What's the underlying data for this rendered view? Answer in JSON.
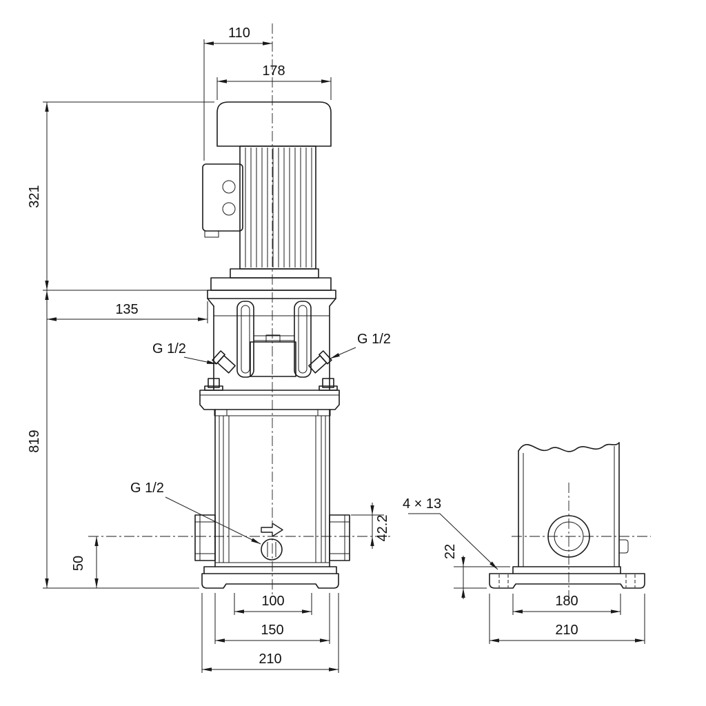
{
  "colors": {
    "background": "#ffffff",
    "line": "#1a1a1a"
  },
  "front_view": {
    "name": "pump front elevation",
    "labels": {
      "dim_110": "110",
      "dim_178": "178",
      "dim_321": "321",
      "dim_135": "135",
      "dim_819": "819",
      "dim_50": "50",
      "dim_42_2": "42.2",
      "dim_100": "100",
      "dim_150": "150",
      "dim_210": "210",
      "plug_top_left": "G 1/2",
      "plug_top_right": "G 1/2",
      "plug_drain": "G 1/2"
    }
  },
  "side_view": {
    "name": "base side elevation",
    "labels": {
      "holes": "4 × 13",
      "dim_22": "22",
      "dim_180": "180",
      "dim_210": "210"
    }
  }
}
